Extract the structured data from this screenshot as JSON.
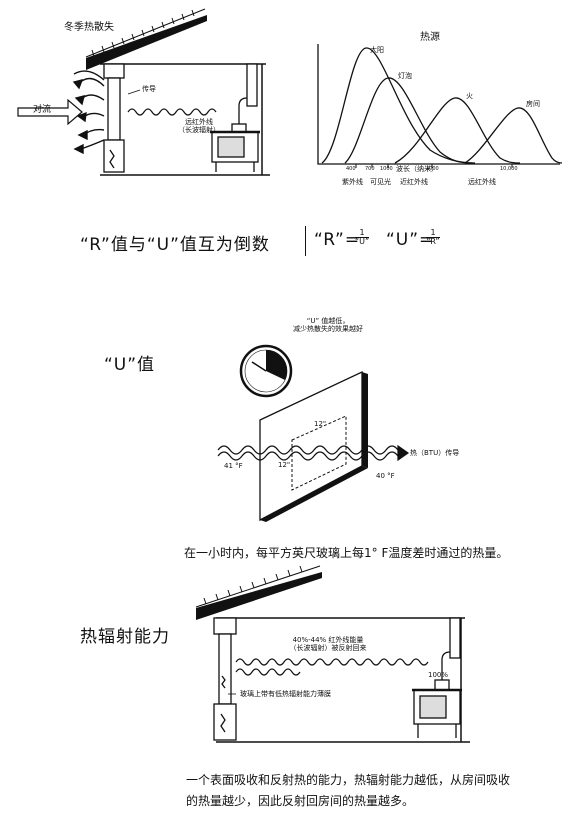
{
  "top_left": {
    "title": "冬季热散失",
    "convection_label": "对流",
    "conduction_label": "传导",
    "far_ir_label": "远红外线",
    "long_wave_label": "（长波辐射）"
  },
  "top_right": {
    "title": "热源",
    "curve_labels": [
      "太阳",
      "灯泡",
      "火",
      "房间"
    ],
    "tick_labels": [
      "400",
      "700",
      "1000",
      "3000",
      "10,000"
    ],
    "wavelength_label": "波长（纳米）",
    "band_labels": [
      "紫外线",
      "可见光",
      "近红外线",
      "远红外线"
    ]
  },
  "ru": {
    "heading": "“R”值与“U”值互为倒数",
    "r_label": "“R”=",
    "u_label": "“U”=",
    "r_frac_num": "1",
    "r_frac_den": "“U”",
    "u_frac_num": "1",
    "u_frac_den": "“R”"
  },
  "u_value": {
    "heading": "“U”值",
    "note_line1": "“U” 值越低，",
    "note_line2": "减少热散失的效果越好",
    "dim_top": "12\"",
    "dim_left": "12\"",
    "temp_left": "41 °F",
    "temp_right": "40 °F",
    "flow_label": "热（BTU）传导",
    "definition": "在一小时内，每平方英尺玻璃上每1° F温度差时通过的热量。"
  },
  "emissivity": {
    "heading": "热辐射能力",
    "ir_line1": "40%-44% 红外线能量",
    "ir_line2": "（长波辐射）被反射回来",
    "percent_label": "100%",
    "film_label": "玻璃上带有低热辐射能力薄膜",
    "body_line1": "一个表面吸收和反射热的能力，热辐射能力越低，从房间吸收",
    "body_line2": "的热量越少，因此反射回房间的热量越多。"
  }
}
